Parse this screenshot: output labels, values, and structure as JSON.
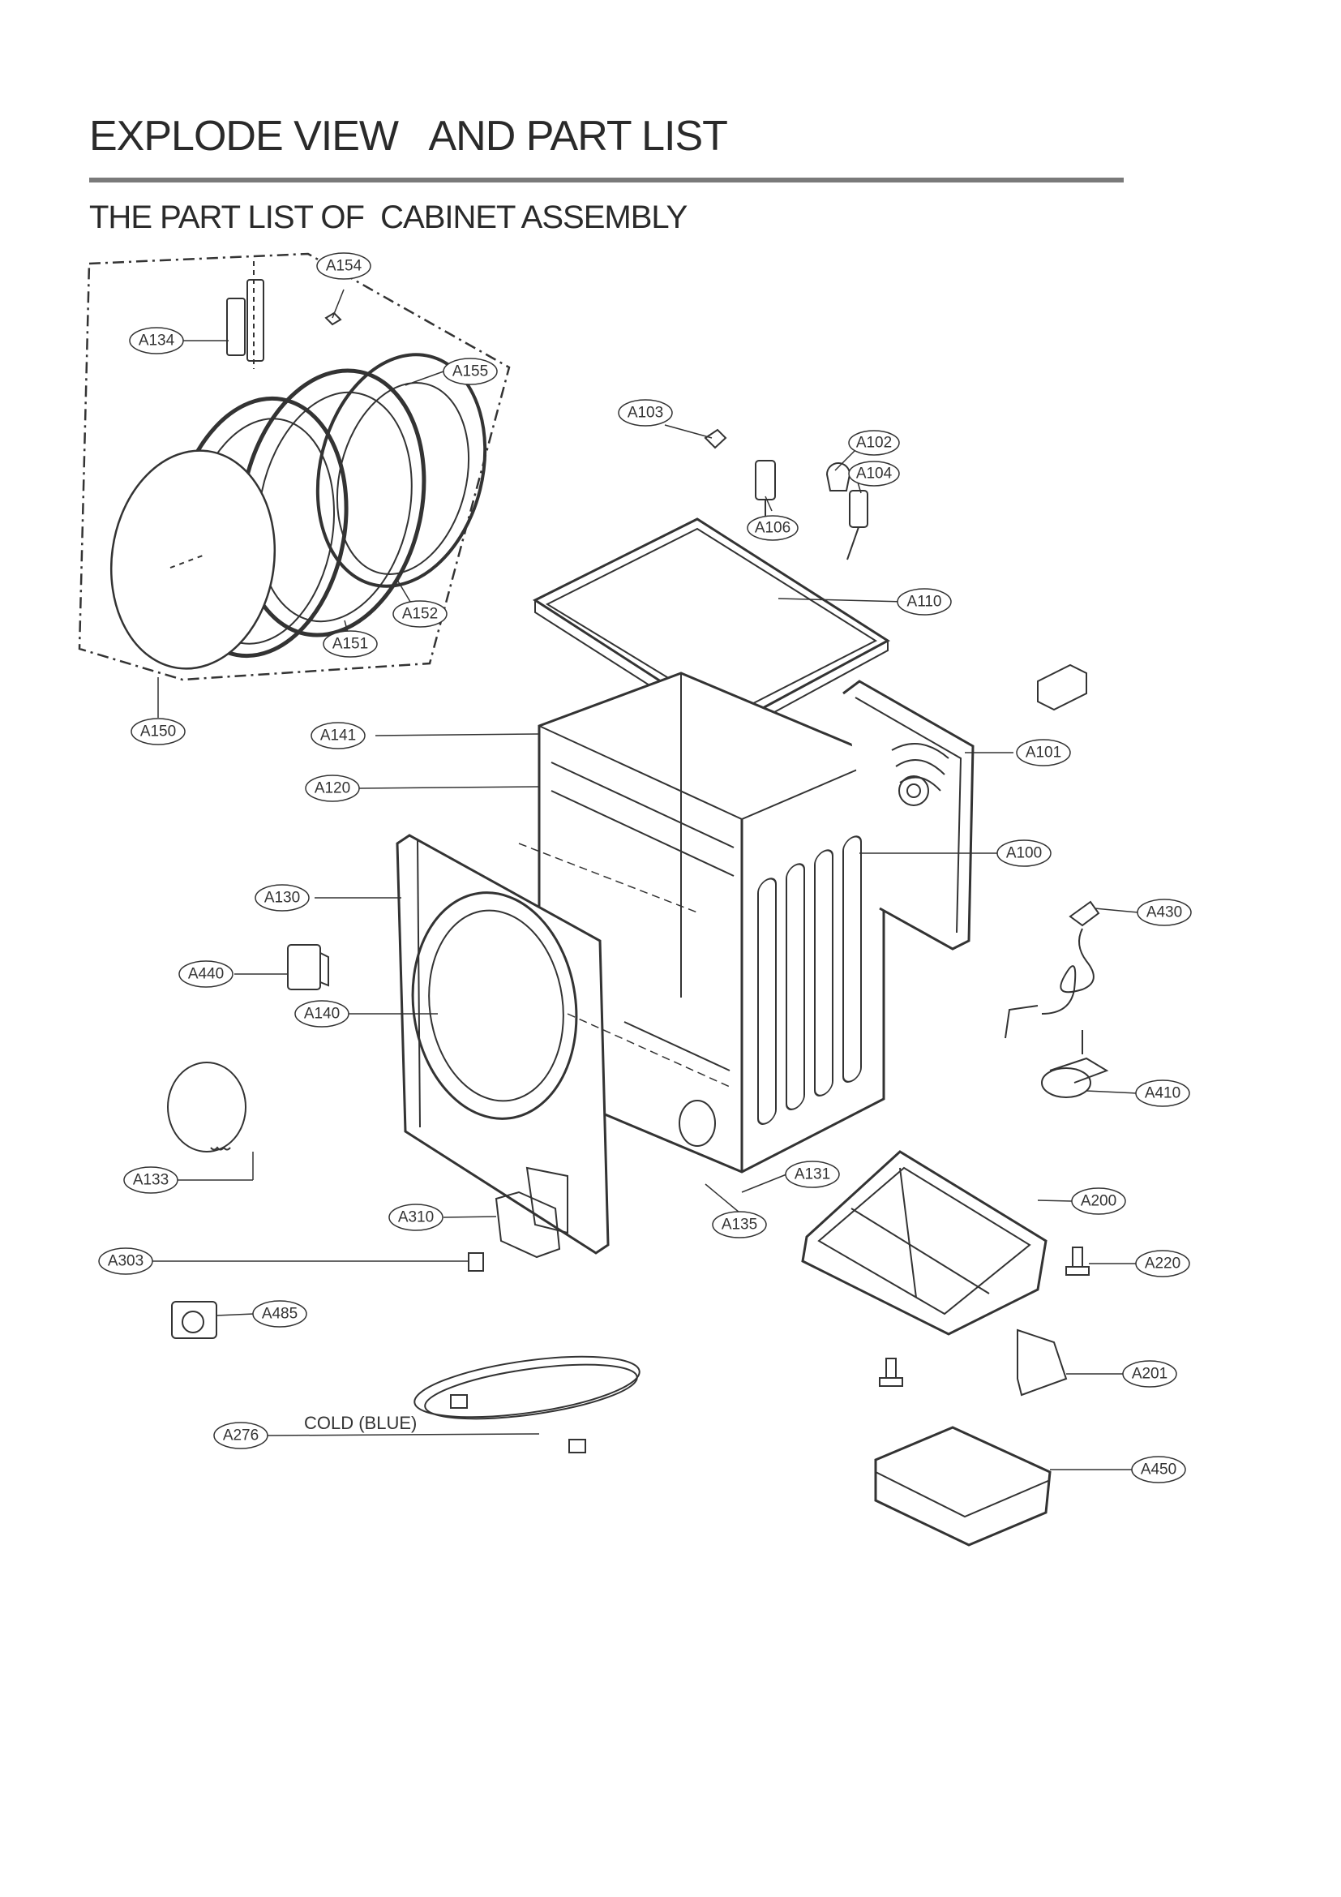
{
  "header": {
    "title": "EXPLODE VIEW   AND PART LIST",
    "subtitle": "THE PART LIST OF  CABINET ASSEMBLY"
  },
  "diagram": {
    "labels": {
      "A154": "A154",
      "A134": "A134",
      "A155": "A155",
      "A152": "A152",
      "A151": "A151",
      "A150": "A150",
      "A103": "A103",
      "A102": "A102",
      "A104": "A104",
      "A106": "A106",
      "A110": "A110",
      "A141": "A141",
      "A101": "A101",
      "A120": "A120",
      "A100": "A100",
      "A130": "A130",
      "A430": "A430",
      "A440": "A440",
      "A140": "A140",
      "A410": "A410",
      "A133": "A133",
      "A131": "A131",
      "A200": "A200",
      "A310": "A310",
      "A135": "A135",
      "A303": "A303",
      "A220": "A220",
      "A485": "A485",
      "A201": "A201",
      "A276": "A276",
      "A450": "A450"
    },
    "hose_note": "COLD (BLUE)"
  }
}
